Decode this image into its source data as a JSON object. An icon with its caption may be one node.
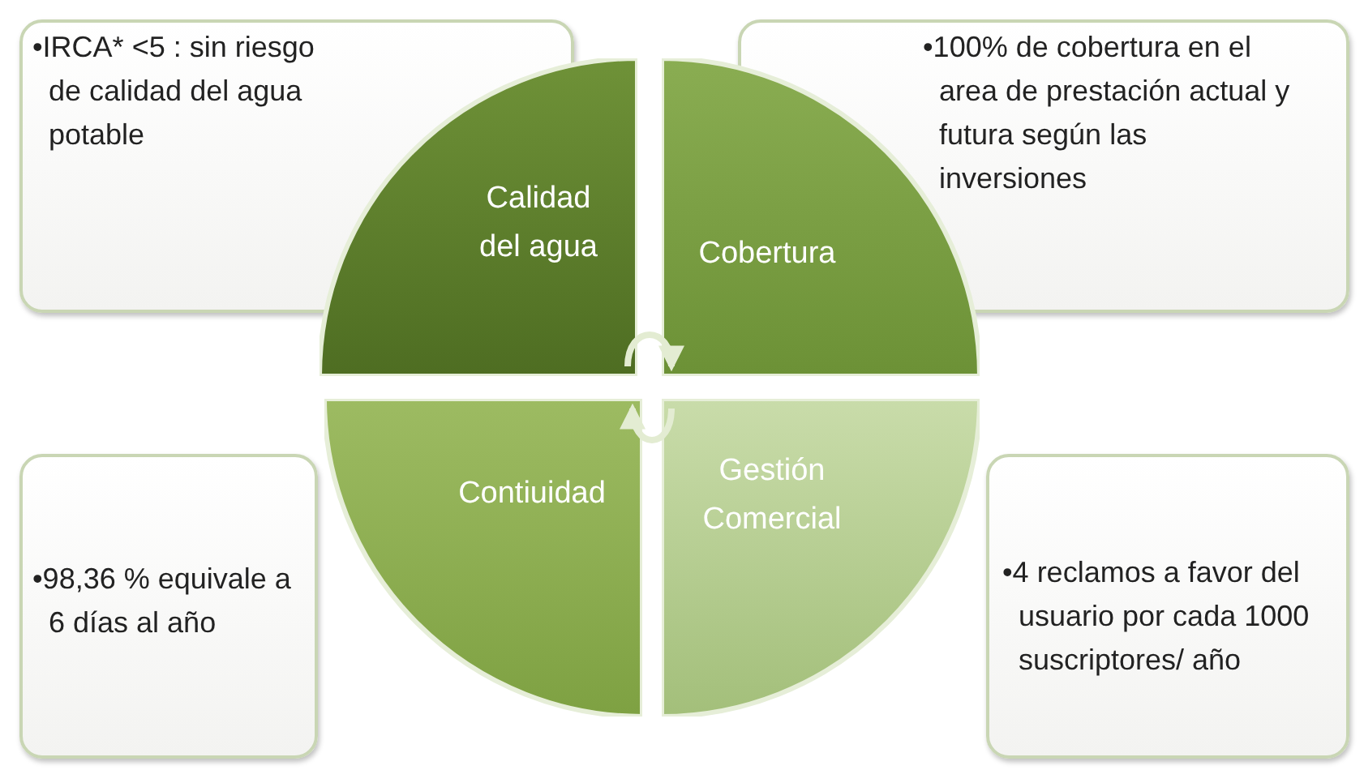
{
  "diagram": {
    "nodes": [
      {
        "text": [
          "•IRCA* <5 : sin riesgo de calidad del agua potable"
        ]
      },
      {
        "text": [
          "•100%  de cobertura en el area de prestación actual y futura según las inversiones"
        ]
      },
      {
        "text": [
          "Calidad del agua"
        ]
      },
      {
        "text": [
          "Cobertura"
        ]
      },
      {
        "text": [
          "Contiuidad"
        ]
      },
      {
        "text": [
          "Gestión Comercial"
        ]
      },
      {
        "text": [
          "•98,36 % equivale a 6 días al año"
        ]
      },
      {
        "text": [
          "•4 reclamos a favor del usuario por cada 1000 suscriptores/ año"
        ]
      }
    ],
    "edges": [
      {
        "from": 2,
        "to": 3,
        "arrow": "to"
      },
      {
        "from": 5,
        "to": 4,
        "arrow": "to"
      }
    ]
  }
}
